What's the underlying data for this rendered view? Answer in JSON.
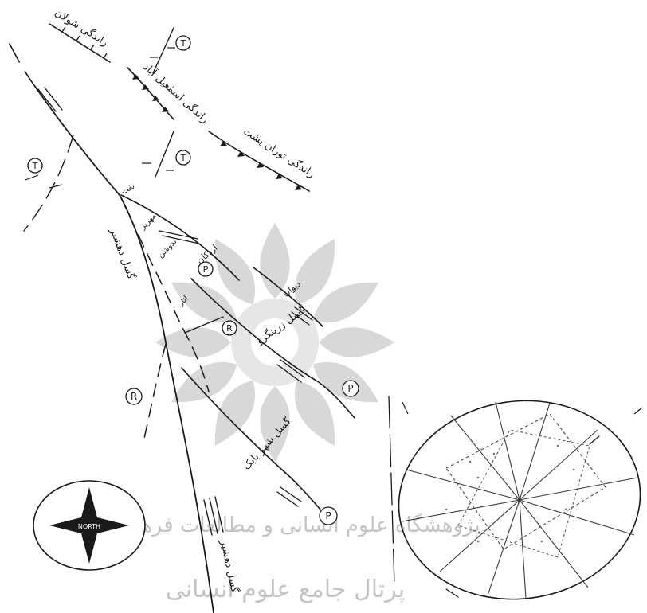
{
  "labels": {
    "shoulan_thrust": "راندگی شولان",
    "ismailabad_thrust": "راندگی اسمٰعیل آباد",
    "touranposht_thrust": "راندگی توران پشت",
    "dehshir_fault_upper": "گسل دهشیر",
    "dehshir_fault_lower": "گسل دهشیر",
    "zarigan_fault": "گسل زرینگرو",
    "shahr_babak_fault": "گسل شهر بابک",
    "ardakan": "اردکان",
    "divan": "دیوان",
    "taft": "تفت",
    "anar": "انار",
    "mehriz": "مهریز",
    "nadoushan": "ندوشن"
  },
  "markers": {
    "T1": "T",
    "T2": "T",
    "T3": "T",
    "R1": "R",
    "R2": "R",
    "P1": "P",
    "P2": "P",
    "P3": "P"
  },
  "north_arrow": {
    "label": "NORTH"
  },
  "watermark": {
    "line1": "پژوهشگاه علوم انسانی و مطالعات فرهنگی",
    "line2": "پرتال جامع علوم انسانی"
  },
  "colors": {
    "ink": "#1a1a1a",
    "watermark": "#b9b9b9"
  }
}
